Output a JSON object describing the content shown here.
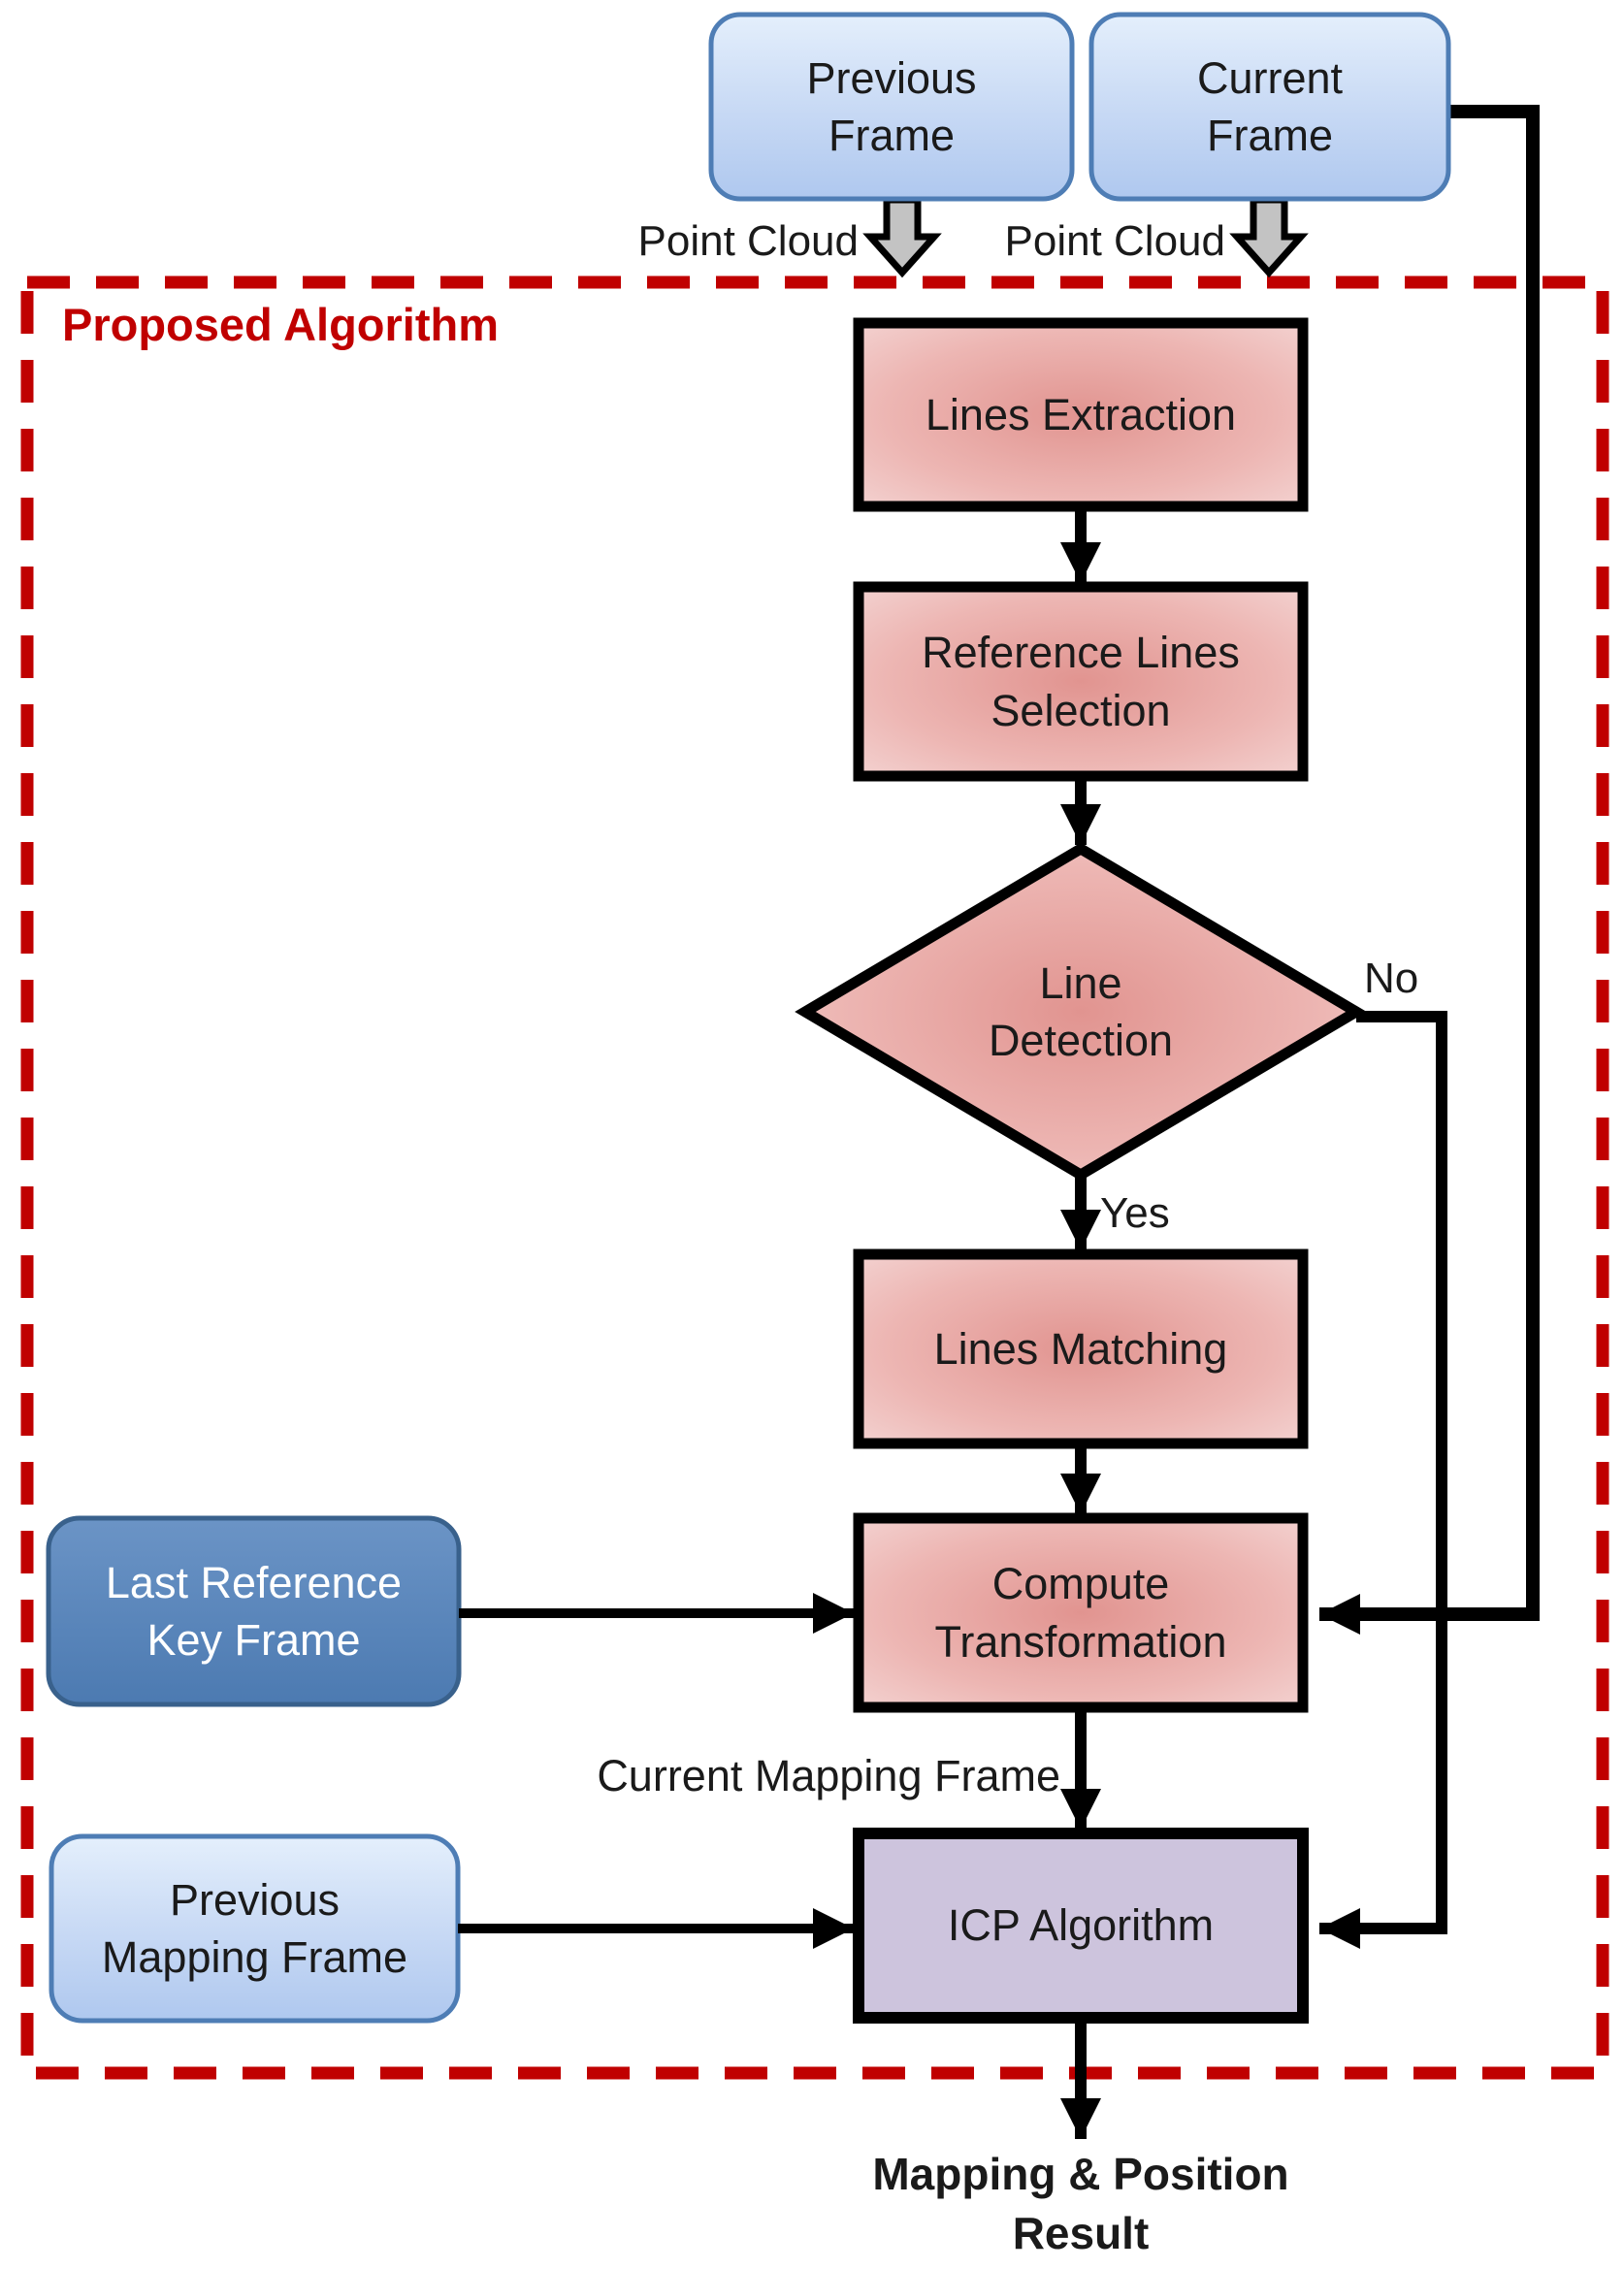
{
  "diagram": {
    "container": {
      "title": "Proposed Algorithm"
    },
    "sources": {
      "previous_frame": {
        "line1": "Previous",
        "line2": "Frame"
      },
      "current_frame": {
        "line1": "Current",
        "line2": "Frame"
      }
    },
    "inputs": {
      "last_reference_key_frame": {
        "line1": "Last Reference",
        "line2": "Key Frame"
      },
      "previous_mapping_frame": {
        "line1": "Previous",
        "line2": "Mapping Frame"
      }
    },
    "nodes": {
      "lines_extraction": "Lines Extraction",
      "reference_lines_selection": {
        "line1": "Reference Lines",
        "line2": "Selection"
      },
      "line_detection": {
        "line1": "Line",
        "line2": "Detection"
      },
      "lines_matching": "Lines Matching",
      "compute_transformation": {
        "line1": "Compute",
        "line2": "Transformation"
      },
      "icp_algorithm": "ICP Algorithm"
    },
    "edge_labels": {
      "point_cloud_left": "Point Cloud",
      "point_cloud_right": "Point Cloud",
      "no": "No",
      "yes": "Yes",
      "current_mapping_frame": "Current Mapping Frame"
    },
    "output": {
      "line1": "Mapping & Position",
      "line2": "Result"
    },
    "colors": {
      "dashed_border": "#c00000",
      "title_text": "#c00000",
      "process_fill_center": "#e19490",
      "process_fill_edge": "#f5dbda",
      "process_border": "#000000",
      "source_fill_top": "#e3eefc",
      "source_fill_bottom": "#afc8ef",
      "source_border": "#4e7db5",
      "key_frame_fill": "#4c7ab1",
      "key_frame_border": "#39618c",
      "icp_fill": "#cdc4dd",
      "connector": "#000000",
      "fat_arrow_fill": "#c3c3c3"
    }
  }
}
